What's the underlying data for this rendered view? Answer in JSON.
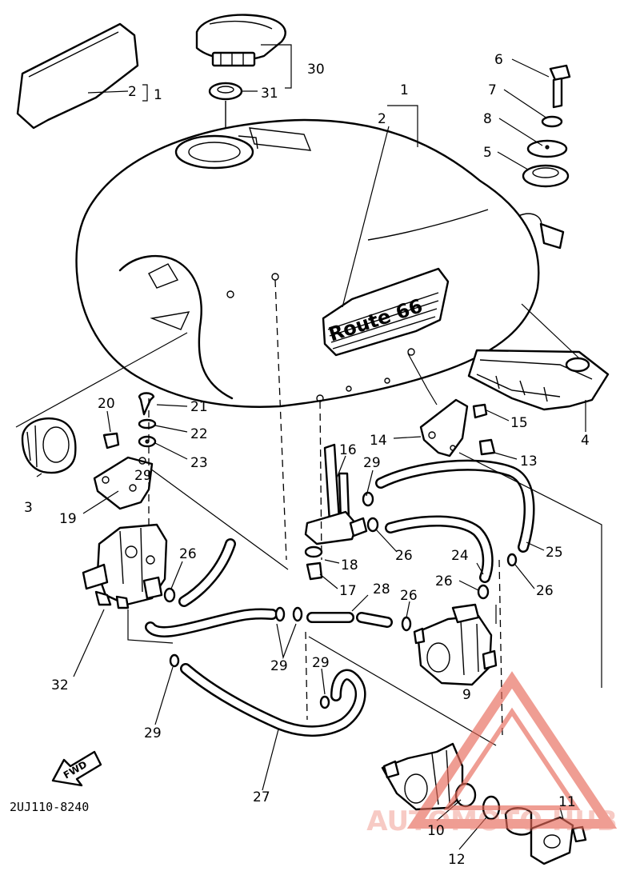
{
  "diagram": {
    "drawing_code": "2UJ110-8240",
    "fwd_label": "FWD",
    "emblem_text": "Route 66",
    "watermark": {
      "text": "AUTOMOTO HUB",
      "color": "#e86a5a"
    },
    "callouts": [
      "1",
      "1",
      "2",
      "2",
      "3",
      "4",
      "5",
      "6",
      "7",
      "8",
      "9",
      "10",
      "11",
      "12",
      "13",
      "14",
      "15",
      "16",
      "17",
      "18",
      "19",
      "20",
      "21",
      "22",
      "23",
      "24",
      "25",
      "26",
      "26",
      "26",
      "26",
      "26",
      "27",
      "28",
      "29",
      "29",
      "29",
      "29",
      "29",
      "30",
      "31",
      "32"
    ]
  }
}
